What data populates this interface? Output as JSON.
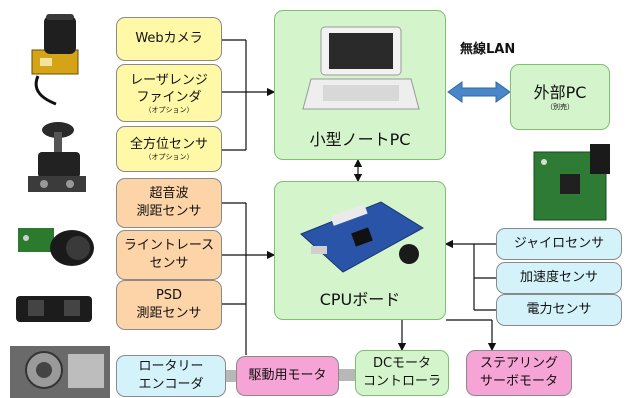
{
  "sensors": {
    "web_camera": "Webカメラ",
    "laser_line1": "レーザレンジ",
    "laser_line2": "ファインダ",
    "laser_option": "（オプション）",
    "omni_line1": "全方位センサ",
    "omni_option": "（オプション）",
    "ultrasonic_line1": "超音波",
    "ultrasonic_line2": "測距センサ",
    "line_trace_line1": "ライントレース",
    "line_trace_line2": "センサ",
    "psd_line1": "PSD",
    "psd_line2": "測距センサ",
    "gyro": "ジャイロセンサ",
    "accel": "加速度センサ",
    "power": "電力センサ"
  },
  "main": {
    "notebook_label": "小型ノートPC",
    "cpu_label": "CPUボード",
    "wireless_label": "無線LAN",
    "external_pc": "外部PC",
    "external_pc_note": "（別売）"
  },
  "bottom": {
    "encoder_line1": "ロータリー",
    "encoder_line2": "エンコーダ",
    "drive_motor": "駆動用モータ",
    "dc_line1": "DCモータ",
    "dc_line2": "コントローラ",
    "steer_line1": "ステアリング",
    "steer_line2": "サーボモータ"
  },
  "colors": {
    "yellow": "#fff8a6",
    "orange": "#fcd4a8",
    "cyan": "#d4f2fa",
    "pink": "#f6a3d5",
    "green": "#d4f5cc",
    "wireless_arrow": "#4a86c8"
  }
}
